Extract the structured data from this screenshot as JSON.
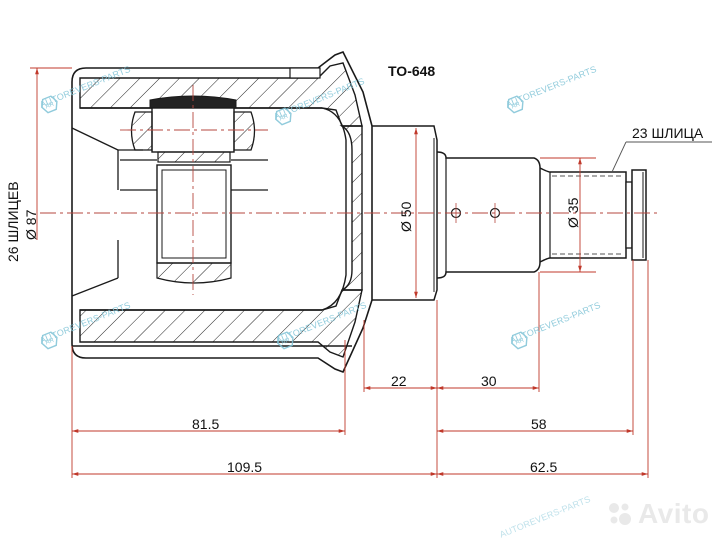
{
  "drawing": {
    "part_number": "TO-648",
    "subject": "CV joint (inner) technical drawing",
    "splines_inner": "26 ШЛИЦЕВ",
    "splines_outer": "23 ШЛИЦА",
    "diameters": {
      "outer_housing": "Ø 87",
      "shaft": "Ø 50",
      "stub": "Ø 35"
    },
    "lengths": {
      "flange_width": "22",
      "shaft_section": "30",
      "housing_to_flange": "81.5",
      "flange_to_stub_end": "58",
      "total_housing": "109.5",
      "total_stub": "62.5"
    },
    "colors": {
      "outline": "#1a1a1a",
      "dimension_line": "#c0392b",
      "centerline": "#b5473f",
      "watermark": "#7ec3d6"
    }
  },
  "watermarks": [
    {
      "text": "AUTOREVERS-PARTS"
    },
    {
      "text": "AUTOREVERS-PARTS"
    },
    {
      "text": "AUTOREVERS-PARTS"
    },
    {
      "text": "AUTOREVERS-PARTS"
    },
    {
      "text": "AUTOREVERS-PARTS"
    },
    {
      "text": "AUTOREVERS-PARTS"
    },
    {
      "text": "AUTOREVERS-PARTS"
    }
  ],
  "branding": {
    "marketplace_watermark": "Avito"
  }
}
